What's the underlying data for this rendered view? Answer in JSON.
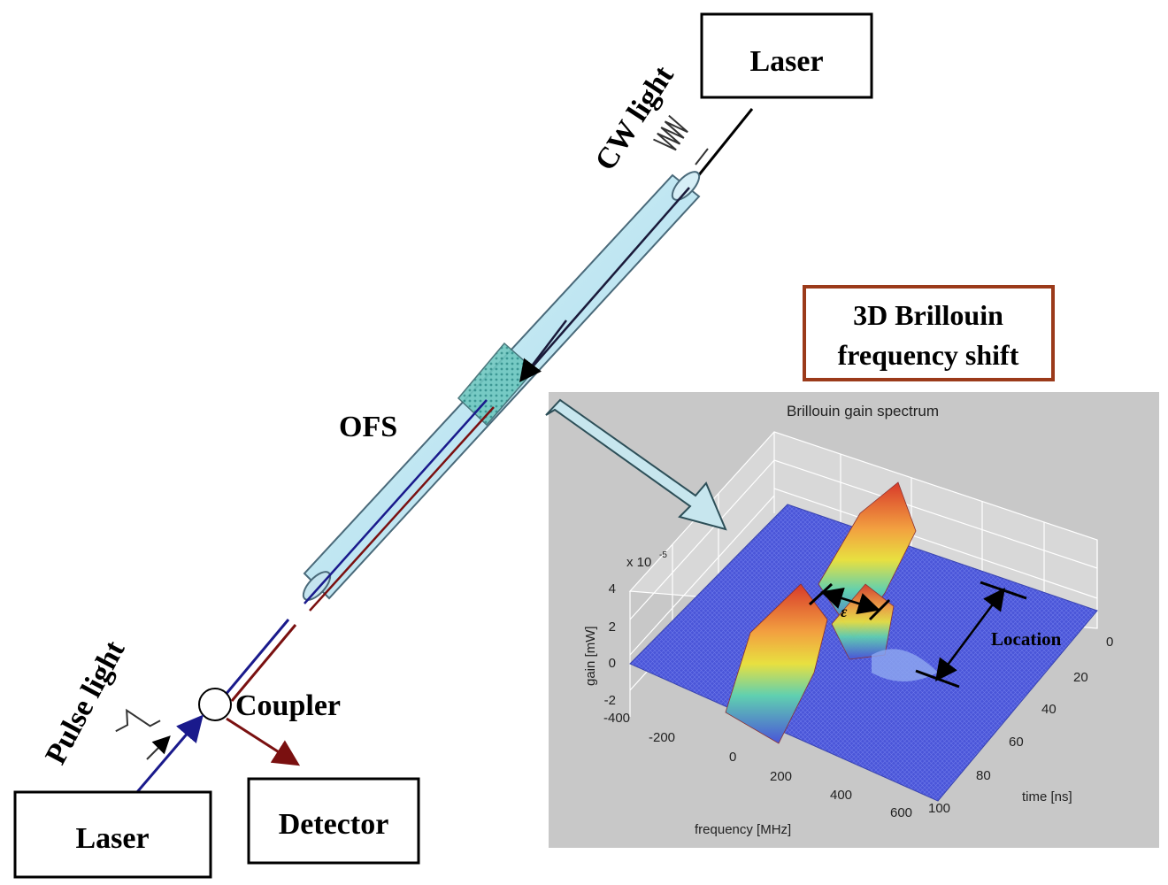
{
  "labels": {
    "laser_top": "Laser",
    "cw_light": "CW light",
    "ofs": "OFS",
    "pulse_light": "Pulse light",
    "coupler": "Coupler",
    "laser_bottom": "Laser",
    "detector": "Detector",
    "brillouin_box_line1": "3D Brillouin",
    "brillouin_box_line2": "frequency shift"
  },
  "plot": {
    "title": "Brillouin gain spectrum",
    "zlabel": "gain [mW]",
    "xlabel": "frequency [MHz]",
    "ylabel": "time [ns]",
    "exponent": "x 10",
    "exponent_power": "-5",
    "z_ticks": [
      "4",
      "2",
      "0",
      "-2"
    ],
    "x_ticks": [
      "-400",
      "-200",
      "0",
      "200",
      "400",
      "600"
    ],
    "y_ticks": [
      "0",
      "20",
      "40",
      "60",
      "80",
      "100"
    ],
    "epsilon_label": "ε",
    "location_label": "Location"
  },
  "colors": {
    "blue_fiber": "#1a1a8c",
    "red_fiber": "#7a1010",
    "brillouin_box_border": "#9b3a1a",
    "plot_background": "#c8c8c8",
    "surface_blue": "#4a55d8"
  }
}
